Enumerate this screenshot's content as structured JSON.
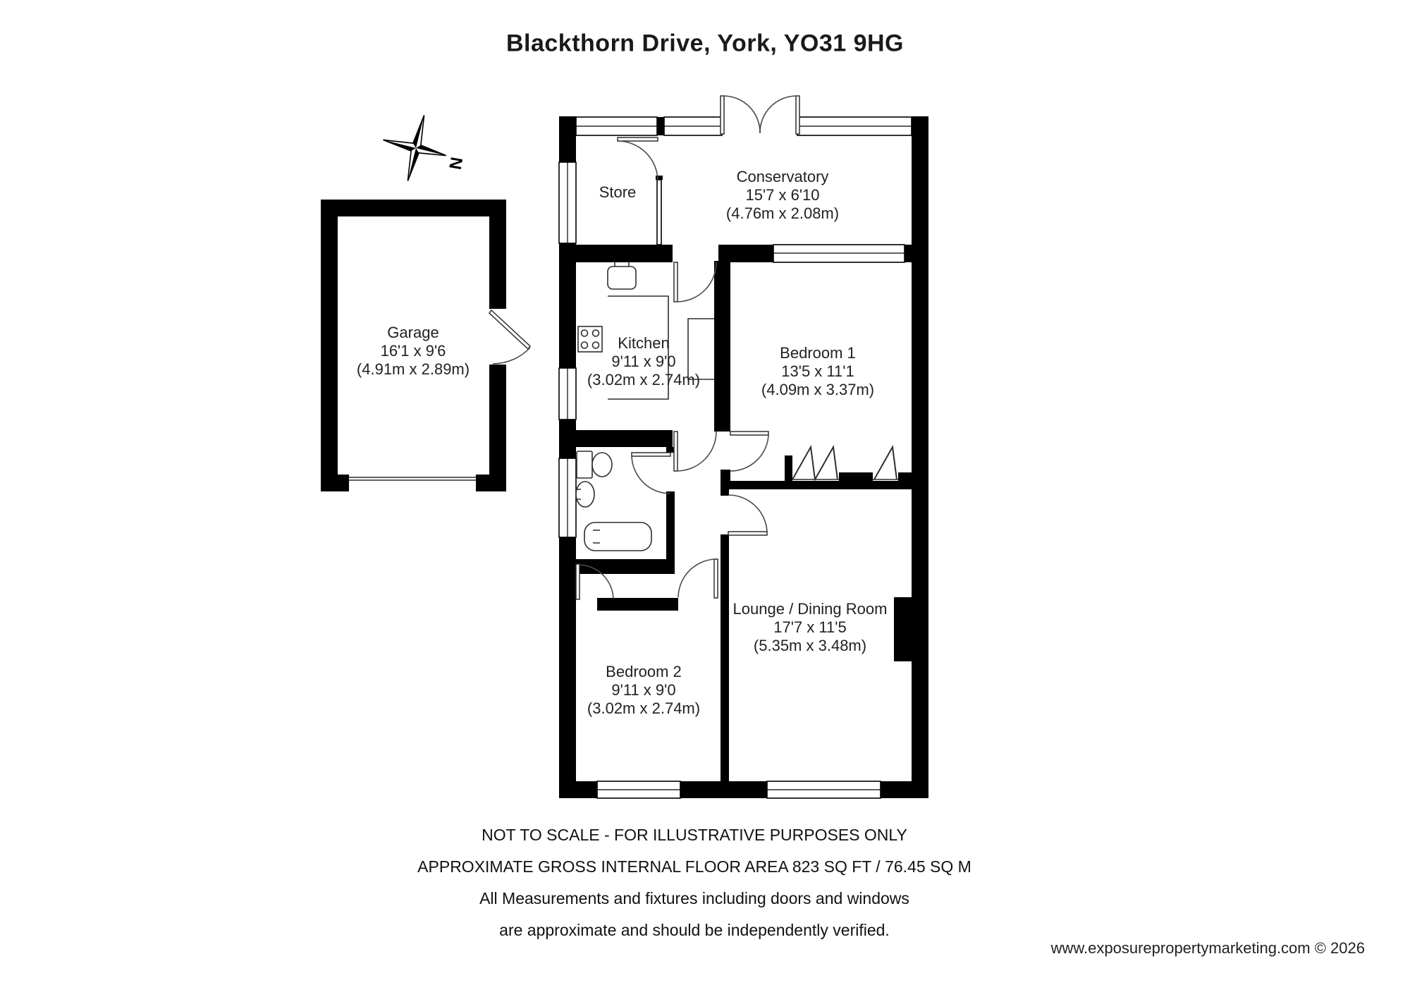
{
  "title": "Blackthorn Drive, York, YO31 9HG",
  "compass": {
    "label": "N"
  },
  "rooms": {
    "garage": {
      "name": "Garage",
      "imperial": "16'1 x 9'6",
      "metric": "(4.91m x 2.89m)"
    },
    "store": {
      "name": "Store"
    },
    "conservatory": {
      "name": "Conservatory",
      "imperial": "15'7 x 6'10",
      "metric": "(4.76m x 2.08m)"
    },
    "kitchen": {
      "name": "Kitchen",
      "imperial": "9'11 x 9'0",
      "metric": "(3.02m x 2.74m)"
    },
    "bedroom1": {
      "name": "Bedroom 1",
      "imperial": "13'5 x 11'1",
      "metric": "(4.09m x 3.37m)"
    },
    "bedroom2": {
      "name": "Bedroom 2",
      "imperial": "9'11 x 9'0",
      "metric": "(3.02m x 2.74m)"
    },
    "lounge": {
      "name": "Lounge / Dining Room",
      "imperial": "17'7 x 11'5",
      "metric": "(5.35m x 3.48m)"
    }
  },
  "disclaimer": {
    "lines": [
      "NOT TO SCALE - FOR ILLUSTRATIVE PURPOSES ONLY",
      "APPROXIMATE GROSS INTERNAL FLOOR AREA 823 SQ FT / 76.45 SQ M",
      "All Measurements and fixtures including doors and windows",
      "are approximate and should be independently verified."
    ]
  },
  "footer": {
    "copyright": "www.exposurepropertymarketing.com © 2026"
  },
  "colors": {
    "wall": "#000000",
    "line": "#4a4a4a",
    "text": "#1f1f1f"
  }
}
